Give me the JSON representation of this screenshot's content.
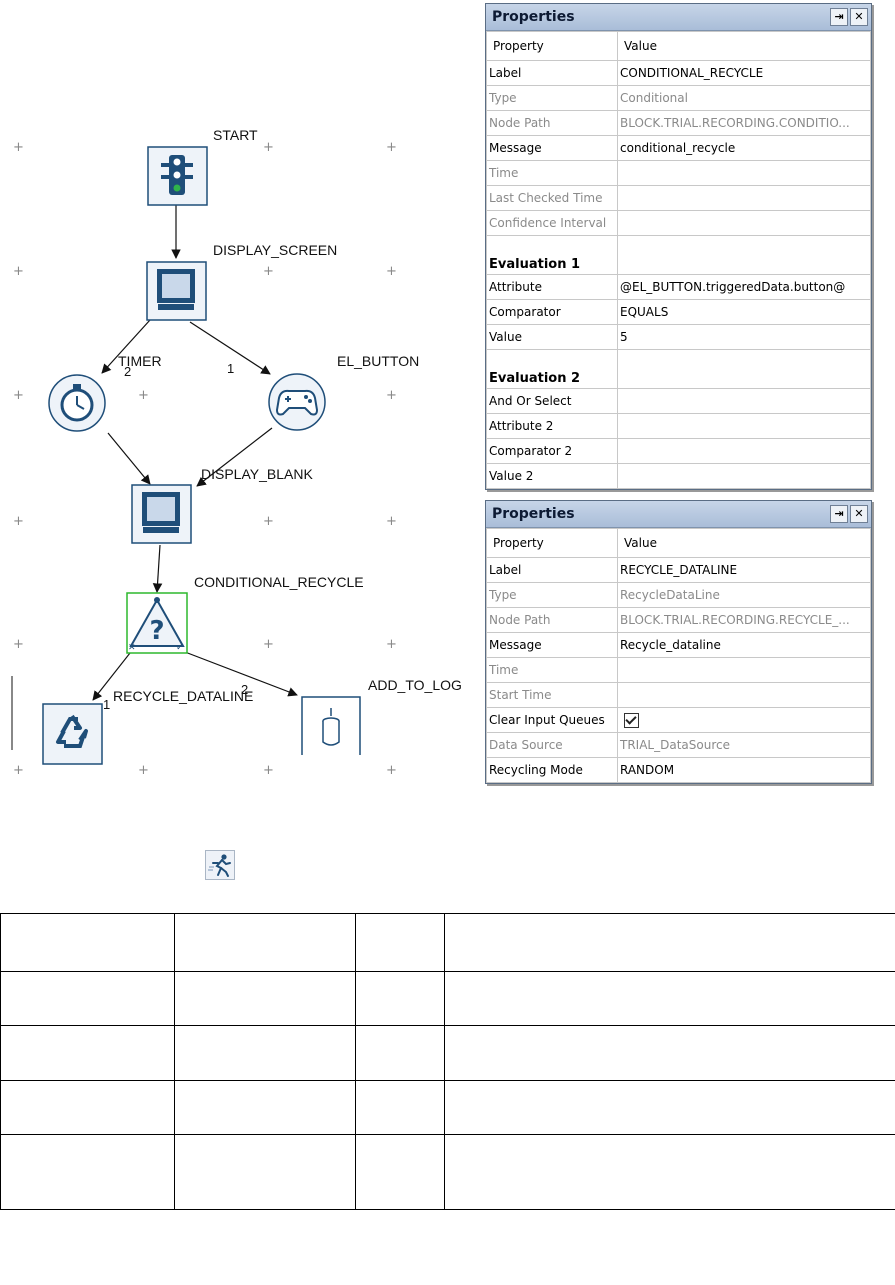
{
  "diagram": {
    "nodes": {
      "start": "START",
      "display_screen": "DISPLAY_SCREEN",
      "timer": "TIMER",
      "el_button": "EL_BUTTON",
      "display_blank": "DISPLAY_BLANK",
      "conditional_recycle": "CONDITIONAL_RECYCLE",
      "recycle_dataline": "RECYCLE_DATALINE",
      "add_to_log": "ADD_TO_LOG"
    },
    "edge_labels": {
      "to_timer": "2",
      "to_el_button": "1",
      "to_recycle": "1",
      "to_add_to_log": "2"
    },
    "grid_marker": "+"
  },
  "panel1": {
    "title": "Properties",
    "pin_glyph": "⇥",
    "close_glyph": "✕",
    "header": {
      "property": "Property",
      "value": "Value"
    },
    "rows": [
      {
        "name": "Label",
        "value": "CONDITIONAL_RECYCLE"
      },
      {
        "name": "Type",
        "value": "Conditional"
      },
      {
        "name": "Node Path",
        "value": "BLOCK.TRIAL.RECORDING.CONDITIO..."
      },
      {
        "name": "Message",
        "value": "conditional_recycle"
      },
      {
        "name": "Time",
        "value": ""
      },
      {
        "name": "Last Checked Time",
        "value": ""
      },
      {
        "name": "Confidence Interval",
        "value": ""
      },
      {
        "name": "Evaluation 1",
        "value": ""
      },
      {
        "name": "Attribute",
        "value": "@EL_BUTTON.triggeredData.button@"
      },
      {
        "name": "Comparator",
        "value": "EQUALS"
      },
      {
        "name": "Value",
        "value": "5"
      },
      {
        "name": "Evaluation 2",
        "value": ""
      },
      {
        "name": "And Or Select",
        "value": ""
      },
      {
        "name": "Attribute 2",
        "value": ""
      },
      {
        "name": "Comparator 2",
        "value": ""
      },
      {
        "name": "Value 2",
        "value": ""
      }
    ]
  },
  "panel2": {
    "title": "Properties",
    "pin_glyph": "⇥",
    "close_glyph": "✕",
    "header": {
      "property": "Property",
      "value": "Value"
    },
    "rows": [
      {
        "name": "Label",
        "value": "RECYCLE_DATALINE"
      },
      {
        "name": "Type",
        "value": "RecycleDataLine"
      },
      {
        "name": "Node Path",
        "value": "BLOCK.TRIAL.RECORDING.RECYCLE_..."
      },
      {
        "name": "Message",
        "value": "Recycle_dataline"
      },
      {
        "name": "Time",
        "value": ""
      },
      {
        "name": "Start Time",
        "value": ""
      },
      {
        "name": "Clear Input Queues",
        "value": "",
        "checked": true
      },
      {
        "name": "Data Source",
        "value": "TRIAL_DataSource"
      },
      {
        "name": "Recycling Mode",
        "value": "RANDOM"
      }
    ]
  },
  "colors": {
    "node_blue": "#1f4e79",
    "node_fill": "#dce7f3",
    "selection_green": "#2db82d",
    "panel_title_bg": "#b8c9e0"
  }
}
